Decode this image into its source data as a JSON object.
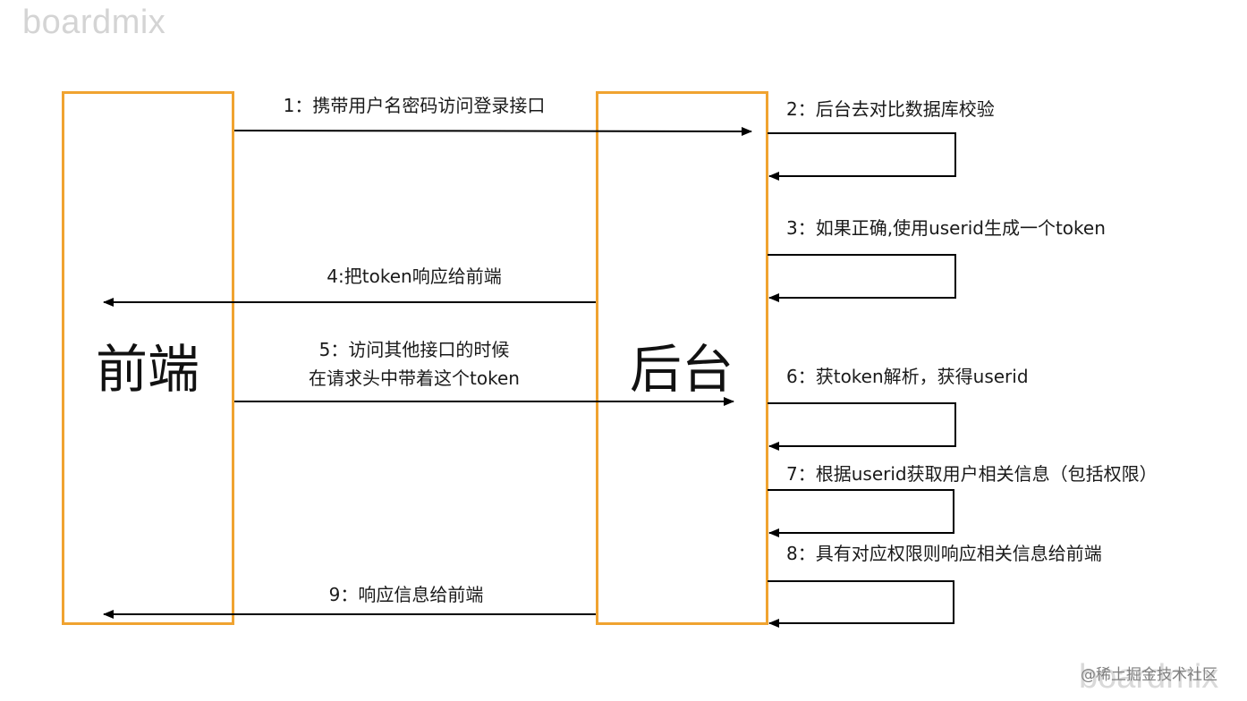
{
  "watermark": {
    "top": "boardmix",
    "bottom": "boardmix",
    "credit": "@稀土掘金技术社区"
  },
  "nodes": {
    "frontend": "前端",
    "backend": "后台"
  },
  "steps": {
    "s1": "1：携带用户名密码访问登录接口",
    "s2": "2：后台去对比数据库校验",
    "s3": "3：如果正确,使用userid生成一个token",
    "s4": "4:把token响应给前端",
    "s5_line1": "5：访问其他接口的时候",
    "s5_line2": "在请求头中带着这个token",
    "s6": "6：获token解析，获得userid",
    "s7": "7：根据userid获取用户相关信息（包括权限）",
    "s8": "8：具有对应权限则响应相关信息给前端",
    "s9": "9：响应信息给前端"
  },
  "colors": {
    "box_border": "#f0a330",
    "line": "#000000",
    "watermark": "#d4d4d4"
  }
}
